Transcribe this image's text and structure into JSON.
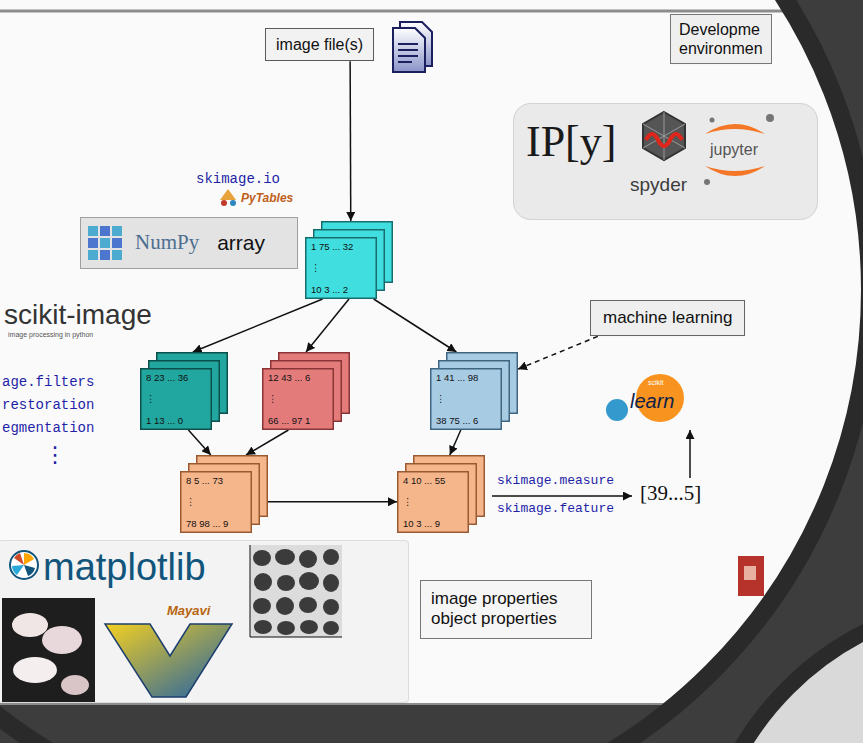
{
  "diagram": {
    "nodes": [
      {
        "text": [
          "image file(s)"
        ]
      },
      {
        "text": [
          "Developme environmen"
        ]
      },
      {
        "text": [
          "IP[y]",
          "spyder",
          "jupyter"
        ]
      },
      {
        "text": [
          "NumPy",
          "array"
        ]
      },
      {
        "text": [
          "1 75 ... 32",
          "⋮",
          "10 3 ... 2"
        ]
      },
      {
        "text": [
          "machine learning"
        ]
      },
      {
        "text": [
          "8 23 ... 36",
          "⋮",
          "1 13 ... 0"
        ]
      },
      {
        "text": [
          "12 43 ... 6",
          "⋮",
          "66 ... 97 1"
        ]
      },
      {
        "text": [
          "1 41 ... 98",
          "⋮",
          "38 75 ... 6"
        ]
      },
      {
        "text": [
          "8 5 ... 73",
          "⋮",
          "78 98 ... 9"
        ]
      },
      {
        "text": [
          "4 10 ... 55",
          "⋮",
          "10 3 ... 9"
        ]
      },
      {
        "text": [
          "matplotlib",
          "Mayavi"
        ]
      },
      {
        "text": [
          "image properties object properties"
        ]
      }
    ],
    "edges": [
      {
        "from": 0,
        "to": 4,
        "arrow": "to"
      },
      {
        "from": 4,
        "to": 6,
        "arrow": "to"
      },
      {
        "from": 4,
        "to": 7,
        "arrow": "to"
      },
      {
        "from": 4,
        "to": 8,
        "arrow": "to"
      },
      {
        "from": 5,
        "to": 8,
        "arrow": "to"
      },
      {
        "from": 6,
        "to": 9,
        "arrow": "to"
      },
      {
        "from": 7,
        "to": 9,
        "arrow": "to"
      },
      {
        "from": 8,
        "to": 10,
        "arrow": "to"
      },
      {
        "from": 9,
        "to": 10,
        "arrow": "to"
      }
    ],
    "labels": [
      "skimage.io",
      "PyTables",
      "scikit-image",
      "image processing in python",
      "age.filters",
      "restoration",
      "egmentation",
      "⋮",
      "scikit",
      "learn",
      "skimage.measure",
      "skimage.feature",
      "[39...5]"
    ]
  }
}
